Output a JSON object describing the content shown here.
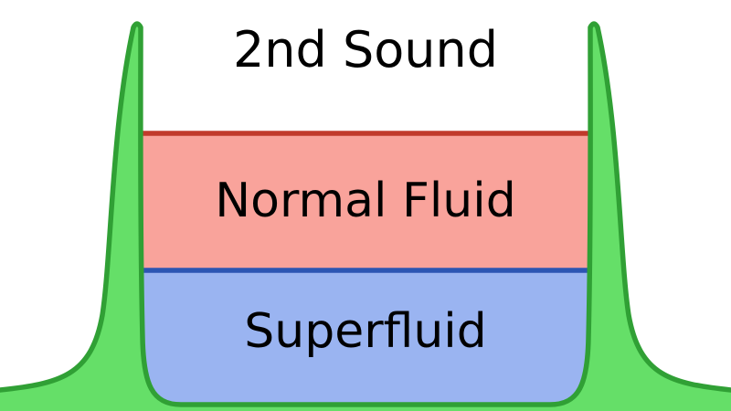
{
  "title": "2nd Sound",
  "background_color": "#ffffff",
  "layers": {
    "normal_fluid": {
      "label": "Normal Fluid",
      "fill_color": "#f9a39b",
      "surface_line_color": "#c13a2b"
    },
    "superfluid": {
      "label": "Superfluid",
      "fill_color": "#9ab4f1",
      "interface_line_color": "#2c55b3"
    }
  },
  "container": {
    "fill_color": "#65df68",
    "outline_color": "#30a035"
  },
  "text_color": "#000000"
}
